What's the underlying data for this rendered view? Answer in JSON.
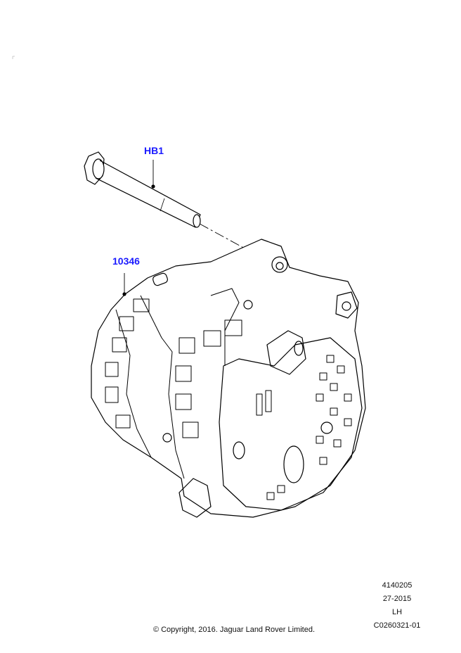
{
  "callouts": [
    {
      "label": "HB1",
      "part": "bolt"
    },
    {
      "label": "10346",
      "part": "alternator"
    }
  ],
  "meta": {
    "code1": "4140205",
    "code2": "27-2015",
    "side": "LH",
    "illustration_id": "C0260321-01"
  },
  "copyright": "© Copyright, 2016. Jaguar Land Rover Limited.",
  "colors": {
    "callout": "#1a1aff",
    "line": "#000000"
  }
}
